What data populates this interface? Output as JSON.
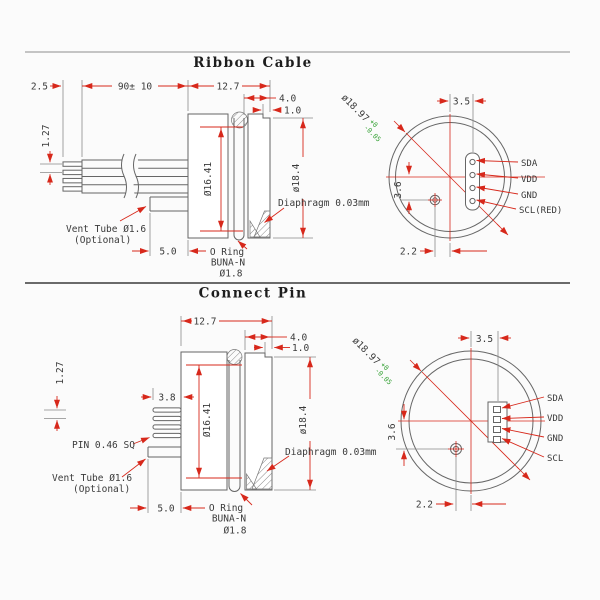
{
  "colors": {
    "dimension_red": "#d7281b",
    "tolerance_green": "#2f9e2f",
    "line_gray": "#666666",
    "text_gray": "#3a3a3a"
  },
  "ribbon": {
    "title": "Ribbon Cable",
    "side": {
      "dims": {
        "stripped": "2.5",
        "cable": "90± 10",
        "body": "12.7",
        "front": "4.0",
        "notch": "1.0",
        "pitch": "1.27",
        "inner_dia": "Ø16.41",
        "outer_dia": "ø18.4",
        "vent_offset": "5.0"
      },
      "labels": {
        "vent1": "Vent Tube Ø1.6",
        "vent2": "(Optional)",
        "oring1": "O Ring",
        "oring2": "BUNA-N",
        "oring3": "Ø1.8",
        "diaphragm": "Diaphragm 0.03mm"
      }
    },
    "front": {
      "dia": "ø18.97",
      "tol_upper": "+0",
      "tol_lower": "-0.05",
      "dims": {
        "conn_offset": "3.5",
        "vent_v": "3.6",
        "vent_h": "2.2"
      },
      "pads": [
        "SDA",
        "VDD",
        "GND",
        "SCL(RED)"
      ]
    }
  },
  "connect": {
    "title": "Connect Pin",
    "side": {
      "dims": {
        "body": "12.7",
        "front": "4.0",
        "notch": "1.0",
        "pitch": "1.27",
        "pin_len": "3.8",
        "inner_dia": "Ø16.41",
        "outer_dia": "ø18.4",
        "vent_offset": "5.0"
      },
      "labels": {
        "pin": "PIN 0.46 SQ",
        "vent1": "Vent Tube Ø1.6",
        "vent2": "(Optional)",
        "oring1": "O Ring",
        "oring2": "BUNA-N",
        "oring3": "Ø1.8",
        "diaphragm": "Diaphragm 0.03mm"
      }
    },
    "front": {
      "dia": "ø18.97",
      "tol_upper": "+0",
      "tol_lower": "-0.05",
      "dims": {
        "conn_offset": "3.5",
        "vent_v": "3.6",
        "vent_h": "2.2"
      },
      "pads": [
        "SDA",
        "VDD",
        "GND",
        "SCL"
      ]
    }
  }
}
